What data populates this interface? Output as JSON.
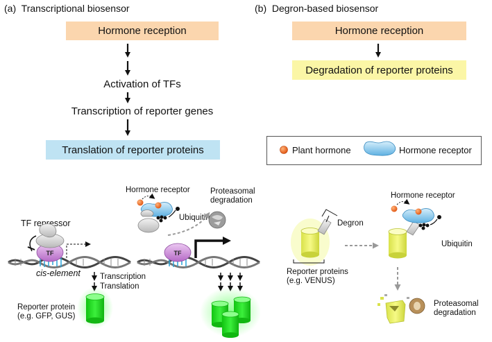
{
  "panel_a": {
    "letter": "(a)",
    "title": "Transcriptional biosensor",
    "steps": {
      "reception": "Hormone reception",
      "activation": "Activation of TFs",
      "transcription": "Transcription of reporter genes",
      "translation": "Translation of reporter proteins"
    },
    "labels": {
      "tf_repressor": "TF repressor",
      "cis_element": "cis-element",
      "tf": "TF",
      "tf_right": "TF",
      "transcription": "Transcription",
      "translation": "Translation",
      "reporter_line1": "Reporter protein",
      "reporter_line2": "(e.g. GFP, GUS)",
      "hormone_receptor": "Hormone receptor",
      "ubiquitin": "Ubiquitin",
      "proteasomal_line1": "Proteasomal",
      "proteasomal_line2": "degradation"
    }
  },
  "panel_b": {
    "letter": "(b)",
    "title": "Degron-based biosensor",
    "steps": {
      "reception": "Hormone reception",
      "degradation": "Degradation of reporter proteins"
    },
    "legend": {
      "plant_hormone": "Plant hormone",
      "hormone_receptor": "Hormone receptor"
    },
    "labels": {
      "degron": "Degron",
      "reporter_line1": "Reporter proteins",
      "reporter_line2": "(e.g. VENUS)",
      "hormone_receptor": "Hormone receptor",
      "ubiquitin": "Ubiquitin",
      "proteasomal_line1": "Proteasomal",
      "proteasomal_line2": "degradation"
    }
  },
  "colors": {
    "orange_box": "#fbd6ae",
    "blue_box": "#bfe3f3",
    "yellow_box": "#fbf6a6",
    "gfp_green": "#22e022",
    "venus_yellow": "#eef56a",
    "receptor_blue": "#7fc2e8",
    "tf_purple": "#c98bd6",
    "hormone_orange": "#ee6a1a"
  },
  "icons": [
    "hormone-dot-icon",
    "receptor-icon",
    "dna-helix-icon",
    "proteasome-icon",
    "cylinder-protein-icon"
  ]
}
